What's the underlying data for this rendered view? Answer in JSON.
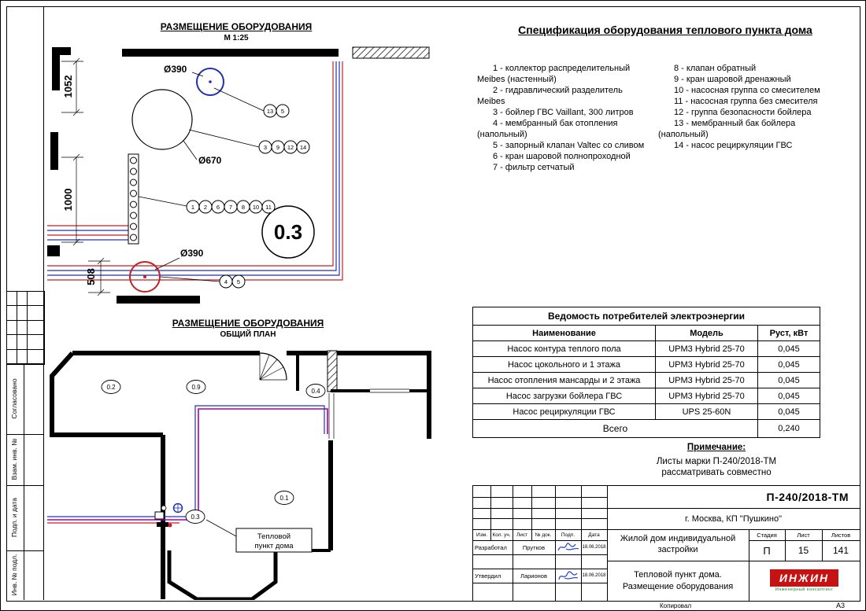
{
  "plan_detail": {
    "title": "РАЗМЕЩЕНИЕ ОБОРУДОВАНИЯ",
    "scale": "М 1:25",
    "dims": {
      "d1": "1052",
      "d2": "1000",
      "d3": "508"
    },
    "labels": {
      "dia_top": "Ø390",
      "dia_boiler": "Ø670",
      "dia_bottom": "Ø390",
      "room": "0.3"
    },
    "tags_top": [
      "13",
      "5"
    ],
    "tags_boiler": [
      "3",
      "9",
      "12",
      "14"
    ],
    "tags_collector": [
      "1",
      "2",
      "6",
      "7",
      "8",
      "10",
      "11"
    ],
    "tags_bottom": [
      "4",
      "5"
    ]
  },
  "spec": {
    "title": "Спецификация оборудования теплового пункта дома",
    "left": [
      "1 - коллектор распределительный\nMeibes (настенный)",
      "2 - гидравлический разделитель\nMeibes",
      "3 - бойлер ГВС Vaillant, 300 литров",
      "4 - мембранный бак отопления\n(напольный)",
      "5 - запорный клапан Valtec со сливом",
      "6 - кран шаровой полнопроходной",
      "7 - фильтр сетчатый"
    ],
    "right": [
      "8 - клапан обратный",
      "9 - кран шаровой дренажный",
      "10 - насосная группа со смесителем",
      "11 - насосная группа без смесителя",
      "12 - группа безопасности бойлера",
      "13 - мембранный бак бойлера\n(напольный)",
      "14 - насос рециркуляции ГВС"
    ]
  },
  "power_table": {
    "title": "Ведомость потребителей электроэнергии",
    "headers": [
      "Наименование",
      "Модель",
      "Руст, кВт"
    ],
    "rows": [
      [
        "Насос контура теплого пола",
        "UPM3 Hybrid 25-70",
        "0,045"
      ],
      [
        "Насос цокольного и 1 этажа",
        "UPM3 Hybrid 25-70",
        "0,045"
      ],
      [
        "Насос отопления мансарды и 2 этажа",
        "UPM3 Hybrid 25-70",
        "0,045"
      ],
      [
        "Насос загрузки бойлера ГВС",
        "UPM3 Hybrid 25-70",
        "0,045"
      ],
      [
        "Насос рециркуляции ГВС",
        "UPS 25-60N",
        "0,045"
      ]
    ],
    "total_label": "Всего",
    "total_value": "0,240"
  },
  "note": {
    "title": "Примечание:",
    "line1": "Листы марки П-240/2018-ТМ",
    "line2": "рассматривать совместно"
  },
  "plan_general": {
    "title": "РАЗМЕЩЕНИЕ ОБОРУДОВАНИЯ",
    "subtitle": "ОБЩИЙ ПЛАН",
    "rooms": [
      "0.2",
      "0.9",
      "0.4",
      "0.1",
      "0.3"
    ],
    "label_lines": [
      "Тепловой",
      "пункт дома"
    ]
  },
  "left_margin": {
    "agreed": "Согласовано",
    "vzam": "Взам. инв. №",
    "podp": "Подп. и дата",
    "inv": "Инв. № подл."
  },
  "title_block": {
    "doc_number": "П-240/2018-ТМ",
    "location": "г. Москва, КП \"Пушкино\"",
    "grid_headers": [
      "Изм.",
      "Кол. уч.",
      "Лист",
      "№ док.",
      "Подп.",
      "Дата"
    ],
    "rows": [
      {
        "role": "Разработал",
        "name": "Прутков",
        "date": "18.06.2018"
      },
      {
        "role": "Утвердил",
        "name": "Ларионов",
        "date": "18.06.2018"
      }
    ],
    "project": "Жилой дом индивидуальной застройки",
    "stage_label": "Стадия",
    "sheet_label": "Лист",
    "sheets_label": "Листов",
    "stage": "П",
    "sheet": "15",
    "sheets": "141",
    "drawing_title": "Тепловой пункт дома.\nРазмещение оборудования",
    "logo": "ИНЖИН",
    "logo_sub": "Инженерный консалтинг",
    "copied": "Копировал",
    "format": "А3"
  }
}
